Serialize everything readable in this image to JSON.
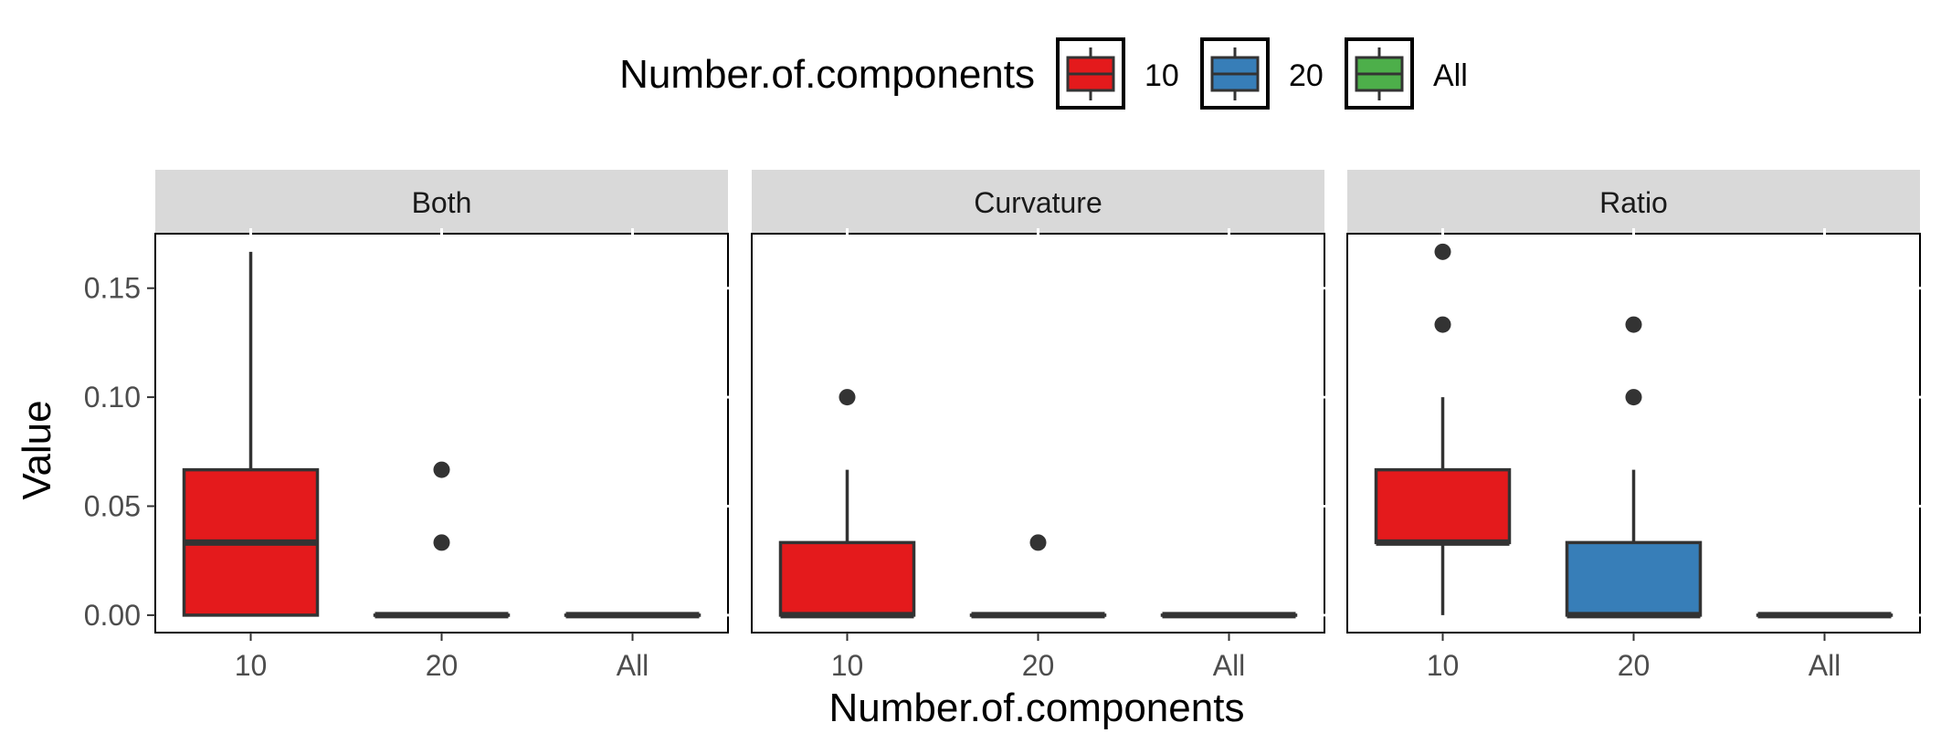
{
  "chart_data": {
    "type": "boxplot",
    "xlabel": "Number.of.components",
    "ylabel": "Value",
    "ylim": [
      -0.008,
      0.175
    ],
    "yticks": [
      0.0,
      0.05,
      0.1,
      0.15
    ],
    "ytick_labels": [
      "0.00",
      "0.05",
      "0.10",
      "0.15"
    ],
    "categories": [
      "10",
      "20",
      "All"
    ],
    "grid": false,
    "legend": {
      "title": "Number.of.components",
      "position": "top",
      "entries": [
        {
          "label": "10",
          "color": "#E41A1C"
        },
        {
          "label": "20",
          "color": "#377EB8"
        },
        {
          "label": "All",
          "color": "#4DAF4A"
        }
      ]
    },
    "facets": [
      {
        "label": "Both",
        "boxes": [
          {
            "x": "10",
            "min": 0.0,
            "q1": 0.0,
            "median": 0.0333,
            "q3": 0.0667,
            "max": 0.1667,
            "outliers": []
          },
          {
            "x": "20",
            "min": 0.0,
            "q1": 0.0,
            "median": 0.0,
            "q3": 0.0,
            "max": 0.0,
            "outliers": [
              0.0333,
              0.0667
            ]
          },
          {
            "x": "All",
            "min": 0.0,
            "q1": 0.0,
            "median": 0.0,
            "q3": 0.0,
            "max": 0.0,
            "outliers": []
          }
        ]
      },
      {
        "label": "Curvature",
        "boxes": [
          {
            "x": "10",
            "min": 0.0,
            "q1": 0.0,
            "median": 0.0,
            "q3": 0.0333,
            "max": 0.0667,
            "outliers": [
              0.1
            ]
          },
          {
            "x": "20",
            "min": 0.0,
            "q1": 0.0,
            "median": 0.0,
            "q3": 0.0,
            "max": 0.0,
            "outliers": [
              0.0333
            ]
          },
          {
            "x": "All",
            "min": 0.0,
            "q1": 0.0,
            "median": 0.0,
            "q3": 0.0,
            "max": 0.0,
            "outliers": []
          }
        ]
      },
      {
        "label": "Ratio",
        "boxes": [
          {
            "x": "10",
            "min": 0.0,
            "q1": 0.0333,
            "median": 0.0333,
            "q3": 0.0667,
            "max": 0.1,
            "outliers": [
              0.1333,
              0.1667
            ]
          },
          {
            "x": "20",
            "min": 0.0,
            "q1": 0.0,
            "median": 0.0,
            "q3": 0.0333,
            "max": 0.0667,
            "outliers": [
              0.1,
              0.1333
            ]
          },
          {
            "x": "All",
            "min": 0.0,
            "q1": 0.0,
            "median": 0.0,
            "q3": 0.0,
            "max": 0.0,
            "outliers": []
          }
        ]
      }
    ]
  }
}
